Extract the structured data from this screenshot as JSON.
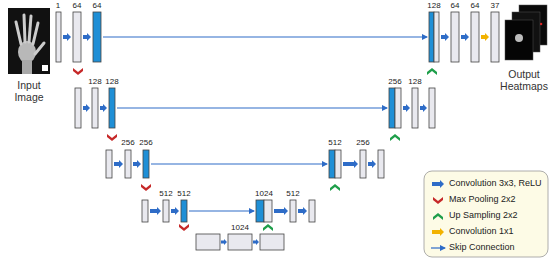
{
  "diagram": {
    "labels": [
      "Input Image",
      "1",
      "64",
      "64",
      "128",
      "64",
      "64",
      "37",
      "Output Heatmaps",
      "128",
      "128",
      "256",
      "128",
      "256",
      "256",
      "512",
      "256",
      "512",
      "512",
      "1024",
      "512",
      "1024"
    ],
    "legend": [
      {
        "text": "Convolution 3x3, ReLU"
      },
      {
        "text": "Max Pooling 2x2"
      },
      {
        "text": "Up Sampling 2x2"
      },
      {
        "text": "Convolution 1x1"
      },
      {
        "text": "Skip Connection"
      }
    ]
  }
}
